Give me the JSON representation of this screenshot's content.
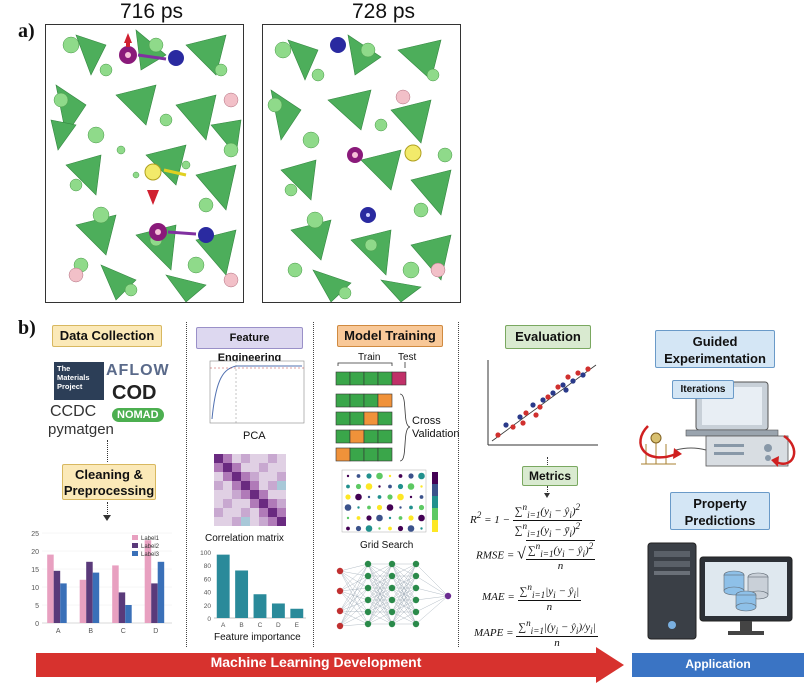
{
  "panel_a": {
    "label": "a)",
    "frames": [
      {
        "time": "716 ps"
      },
      {
        "time": "728 ps"
      }
    ]
  },
  "panel_b": {
    "label": "b)",
    "data_collection": {
      "title": "Data Collection",
      "logos": {
        "materials_project": "The Materials Project",
        "aflow": "AFLOW",
        "cod": "COD",
        "ccdc": "CCDC",
        "nomad": "NOMAD",
        "pymatgen": "pymatgen"
      },
      "cleaning_title": "Cleaning & Preprocessing",
      "chart_data": {
        "type": "bar",
        "categories": [
          "A",
          "B",
          "C",
          "D"
        ],
        "series": [
          {
            "name": "Label1",
            "values": [
              19,
              12,
              16,
              23
            ]
          },
          {
            "name": "Label2",
            "values": [
              14.5,
              17,
              8.5,
              11
            ]
          },
          {
            "name": "Label3",
            "values": [
              11,
              14,
              5,
              17
            ]
          }
        ],
        "ylim": [
          0,
          25
        ],
        "yticks": [
          0,
          5,
          10,
          15,
          20,
          25
        ],
        "colors": [
          "#e8a0c0",
          "#5a3a7a",
          "#3a70b8"
        ]
      }
    },
    "feature_engineering": {
      "title": "Feature Engineering",
      "pca_label": "PCA",
      "corr_label": "Correlation matrix",
      "importance_label": "Feature importance",
      "importance_chart": {
        "type": "bar",
        "categories": [
          "A",
          "B",
          "C",
          "D",
          "E"
        ],
        "values": [
          96,
          72,
          36,
          22,
          14
        ],
        "yticks": [
          0,
          20,
          40,
          60,
          80,
          100
        ],
        "ylim": [
          0,
          100
        ],
        "color": "#2a8a9a"
      }
    },
    "model_training": {
      "title": "Model Training",
      "train_label": "Train",
      "test_label": "Test",
      "cv_label": "Cross Validation",
      "grid_label": "Grid Search"
    },
    "evaluation": {
      "title": "Evaluation",
      "metrics_label": "Metrics"
    },
    "application": {
      "guided_title": "Guided Experimentation",
      "iterations_label": "Iterations",
      "property_title": "Property Predictions"
    },
    "arrows": {
      "ml_dev_label": "Machine Learning Development",
      "application_label": "Application"
    }
  },
  "colors": {
    "stage_fill": "#fbe9b8",
    "stage_fill_fe": "#ddd8f0",
    "stage_fill_mt": "#f8c898",
    "stage_fill_ev": "#d9ead0",
    "stage_fill_app": "#d4e6f5",
    "ml_arrow": "#d7322e",
    "app_bar": "#3a74c4"
  }
}
